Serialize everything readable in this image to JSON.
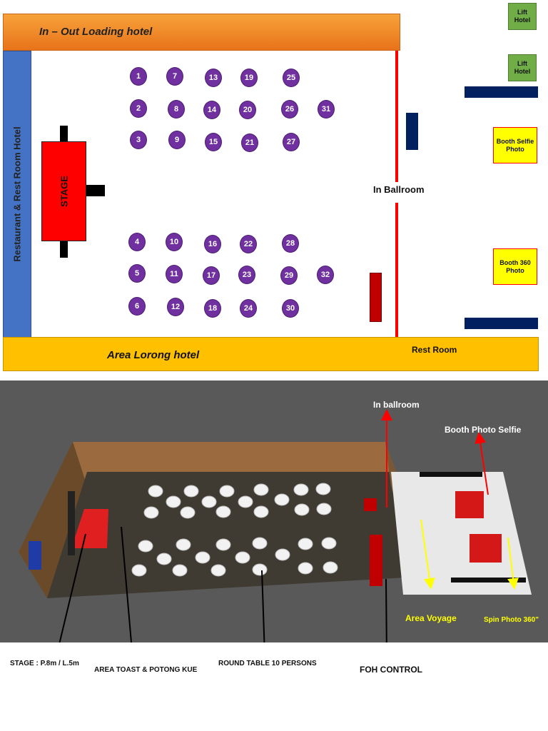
{
  "floorplan": {
    "top_label": "In – Out Loading  hotel",
    "left_label": "Restaurant & Rest Room Hotel",
    "bottom_label": "Area Lorong hotel",
    "stage_label": "STAGE",
    "ballroom_label": "In Ballroom",
    "restroom_label": "Rest Room",
    "lift1_label": "Lift Hotel",
    "lift2_label": "Lift Hotel",
    "booth_selfie_label": "Booth Selfie Photo",
    "booth_360_label": "Booth 360 Photo",
    "tables": [
      "1",
      "2",
      "3",
      "4",
      "5",
      "6",
      "7",
      "8",
      "9",
      "10",
      "11",
      "12",
      "13",
      "14",
      "15",
      "16",
      "17",
      "18",
      "19",
      "20",
      "21",
      "22",
      "23",
      "24",
      "25",
      "26",
      "27",
      "28",
      "29",
      "30",
      "31",
      "32"
    ]
  },
  "render": {
    "ballroom_label": "In ballroom",
    "booth_selfie_label": "Booth Photo Selfie",
    "area_voyage_label": "Area Voyage",
    "spin_photo_label": "Spin Photo 360\""
  },
  "captions": {
    "stage": "STAGE : P.8m / L.5m",
    "toast": "AREA TOAST & POTONG KUE",
    "round_table": "ROUND TABLE 10 PERSONS",
    "foh": "FOH CONTROL"
  },
  "colors": {
    "top_bar": "#ed7d31",
    "left_bar": "#4472c4",
    "bottom_bar": "#ffc000",
    "stage": "#ff0000",
    "table": "#7030a0",
    "lift": "#70ad47",
    "booth": "#ffff00",
    "navy": "#002060"
  }
}
